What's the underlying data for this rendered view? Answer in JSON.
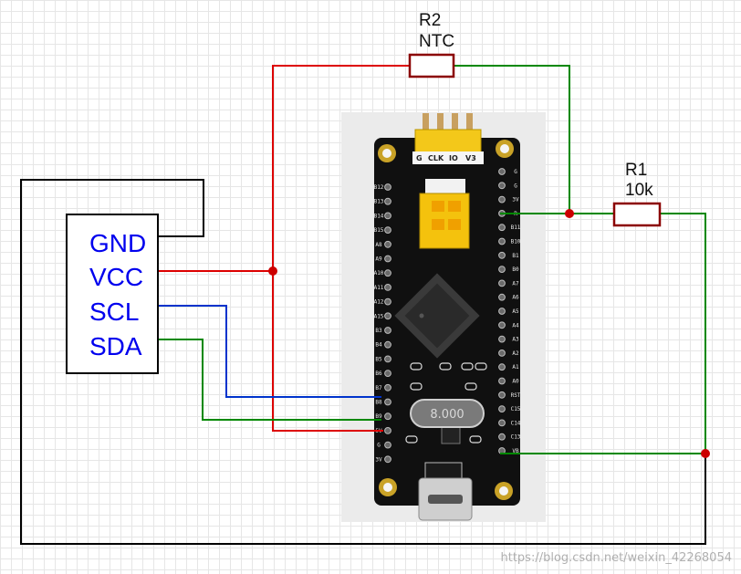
{
  "module": {
    "pins": [
      "GND",
      "VCC",
      "SCL",
      "SDA"
    ]
  },
  "r2": {
    "designator": "R2",
    "value": "NTC"
  },
  "r1": {
    "designator": "R1",
    "value": "10k"
  },
  "board": {
    "header_labels": [
      "G",
      "CLK",
      "IO",
      "V3"
    ],
    "left_pins": [
      "B12",
      "B13",
      "B14",
      "B15",
      "A8",
      "A9",
      "A10",
      "A11",
      "A12",
      "A15",
      "B3",
      "B4",
      "B5",
      "B6",
      "B7",
      "B8",
      "B9",
      "5V",
      "G",
      "3V"
    ],
    "right_pins": [
      "G",
      "G",
      "3V",
      "R",
      "B11",
      "B10",
      "B1",
      "B0",
      "A7",
      "A6",
      "A5",
      "A4",
      "A3",
      "A2",
      "A1",
      "A0",
      "RST",
      "C15",
      "C14",
      "C13",
      "VB"
    ],
    "crystal_label": "8.000"
  },
  "colors": {
    "wire_red": "#dd0000",
    "wire_green": "#008800",
    "wire_blue": "#0033cc",
    "wire_black": "#000000",
    "resistor": "#8b0000",
    "pin_label": "#0000ee"
  },
  "watermark": "https://blog.csdn.net/weixin_42268054"
}
